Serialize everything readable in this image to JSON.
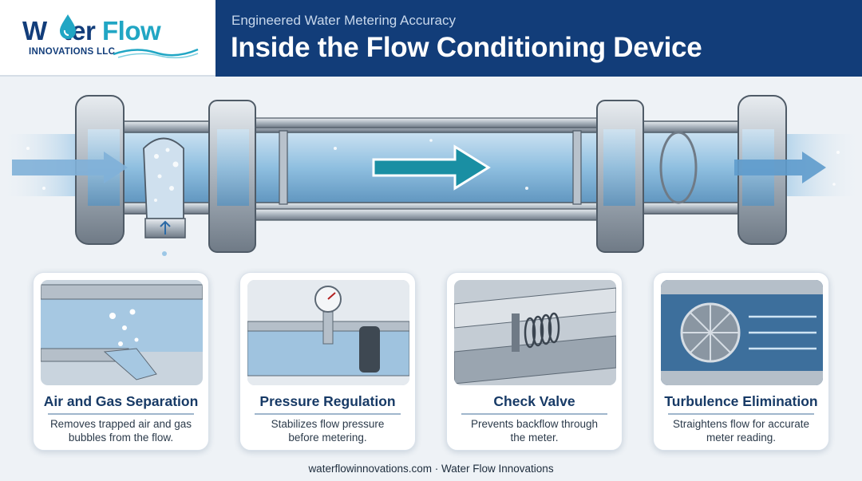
{
  "header": {
    "brand_part1": "W",
    "brand_part2": "ter",
    "brand_part3": "Flow",
    "brand_sub": "INNOVATIONS LLC",
    "subtitle": "Engineered Water Metering Accuracy",
    "title": "Inside the Flow Conditioning Device"
  },
  "cards": [
    {
      "title": "Air and Gas Separation",
      "desc_line1": "Removes trapped air and gas",
      "desc_line2": "bubbles from the flow."
    },
    {
      "title": "Pressure Regulation",
      "desc_line1": "Stabilizes flow pressure",
      "desc_line2": "before metering."
    },
    {
      "title": "Check Valve",
      "desc_line1": "Prevents backflow through",
      "desc_line2": "the meter."
    },
    {
      "title": "Turbulence Elimination",
      "desc_line1": "Straightens flow for accurate",
      "desc_line2": "meter reading."
    }
  ],
  "footer": {
    "text": "waterflowinnovations.com · Water Flow Innovations"
  },
  "colors": {
    "header_blue": "#123d79",
    "brand_teal": "#21a6c4",
    "flow_arrow": "#1a8fa3",
    "steel": "#9aa5b0",
    "water": "#8fbfe0"
  }
}
